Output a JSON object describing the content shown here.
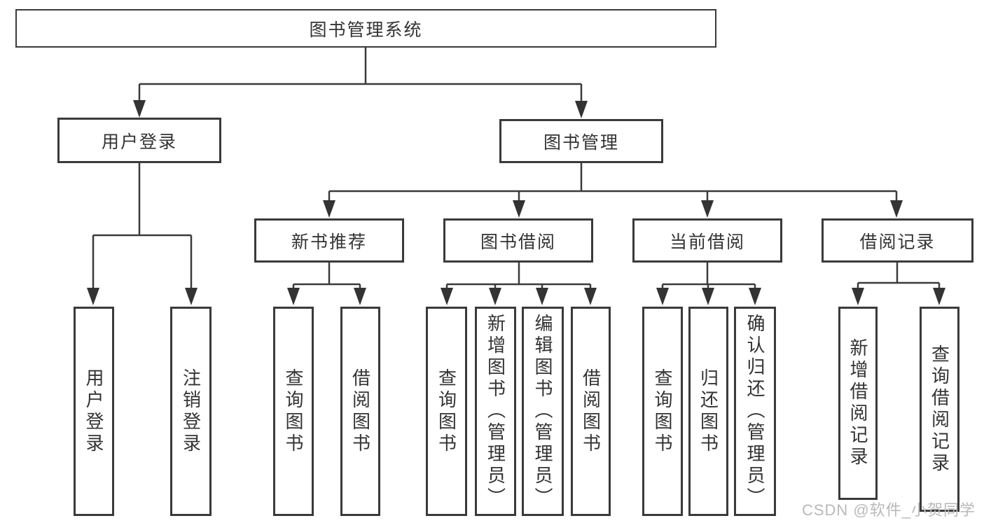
{
  "diagram": {
    "root": {
      "label": "图书管理系统"
    },
    "branches": [
      {
        "label": "用户登录",
        "children": [
          {
            "label": "用户登录"
          },
          {
            "label": "注销登录"
          }
        ]
      },
      {
        "label": "图书管理",
        "children": [
          {
            "label": "新书推荐",
            "children": [
              {
                "label": "查询图书"
              },
              {
                "label": "借阅图书"
              }
            ]
          },
          {
            "label": "图书借阅",
            "children": [
              {
                "label": "查询图书"
              },
              {
                "label": "新增图书（管理员）"
              },
              {
                "label": "编辑图书（管理员）"
              },
              {
                "label": "借阅图书"
              }
            ]
          },
          {
            "label": "当前借阅",
            "children": [
              {
                "label": "查询图书"
              },
              {
                "label": "归还图书"
              },
              {
                "label": "确认归还（管理员）"
              }
            ]
          },
          {
            "label": "借阅记录",
            "children": [
              {
                "label": "新增借阅记录"
              },
              {
                "label": "查询借阅记录"
              }
            ]
          }
        ]
      }
    ]
  },
  "watermark": {
    "text": "CSDN @软件_小贺同学",
    "color": "#b9b9b9"
  },
  "colors": {
    "line": "#3a3a3a",
    "arrow": "#333333",
    "box_border": "#3a3a3a",
    "text": "#333333",
    "background": "#ffffff"
  }
}
